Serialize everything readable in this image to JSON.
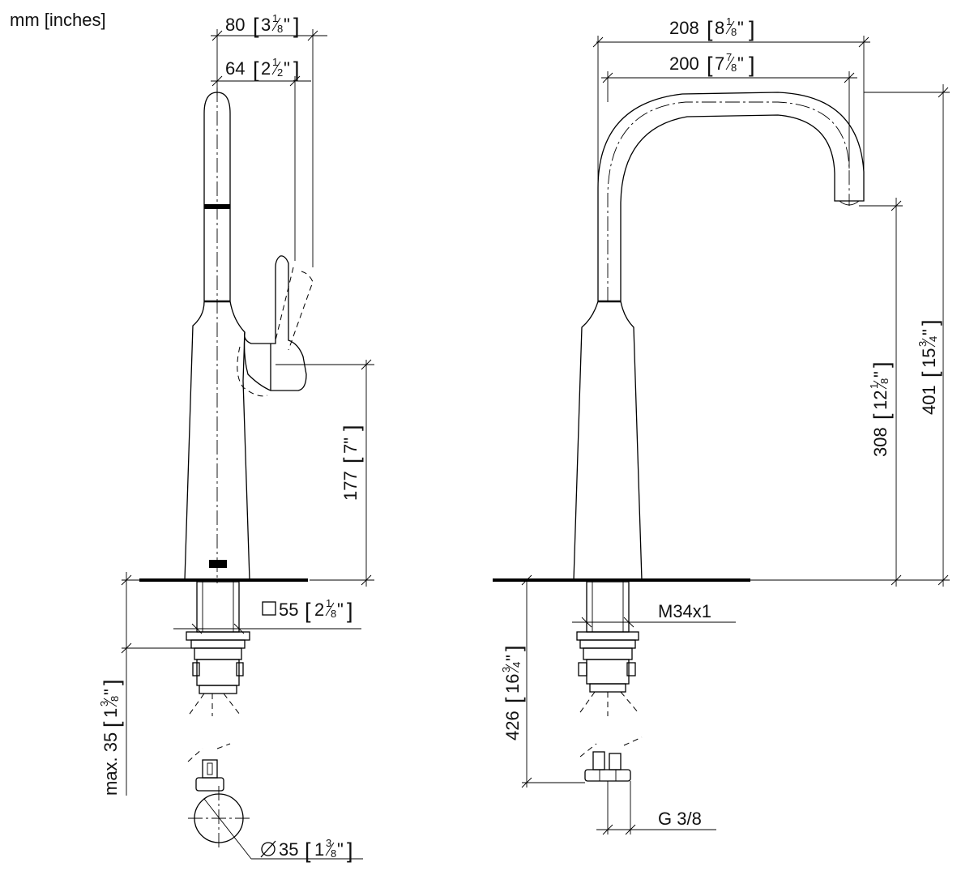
{
  "units_label": "mm [inches]",
  "dimensions": {
    "d80": {
      "mm": "80",
      "inch_whole": "3",
      "num": "1",
      "den": "8"
    },
    "d64": {
      "mm": "64",
      "inch_whole": "2",
      "num": "1",
      "den": "2"
    },
    "d208": {
      "mm": "208",
      "inch_whole": "8",
      "num": "1",
      "den": "8"
    },
    "d200": {
      "mm": "200",
      "inch_whole": "7",
      "num": "7",
      "den": "8"
    },
    "d177": {
      "mm": "177",
      "inch": "7\""
    },
    "d308": {
      "mm": "308",
      "inch_whole": "12",
      "num": "1",
      "den": "8"
    },
    "d401": {
      "mm": "401",
      "inch_whole": "15",
      "num": "3",
      "den": "4"
    },
    "d55": {
      "mm": "55",
      "inch_whole": "2",
      "num": "1",
      "den": "8"
    },
    "dmax35": {
      "prefix": "max. 35",
      "inch_whole": "1",
      "num": "3",
      "den": "8"
    },
    "d426": {
      "mm": "426",
      "inch_whole": "16",
      "num": "3",
      "den": "4"
    },
    "d35": {
      "mm": "35",
      "inch_whole": "1",
      "num": "3",
      "den": "8"
    }
  },
  "thread_labels": {
    "shank": "M34x1",
    "connection": "G 3/8"
  },
  "symbols": {
    "square": "square-symbol",
    "diameter": "diameter-symbol"
  },
  "quote_mark": "\""
}
